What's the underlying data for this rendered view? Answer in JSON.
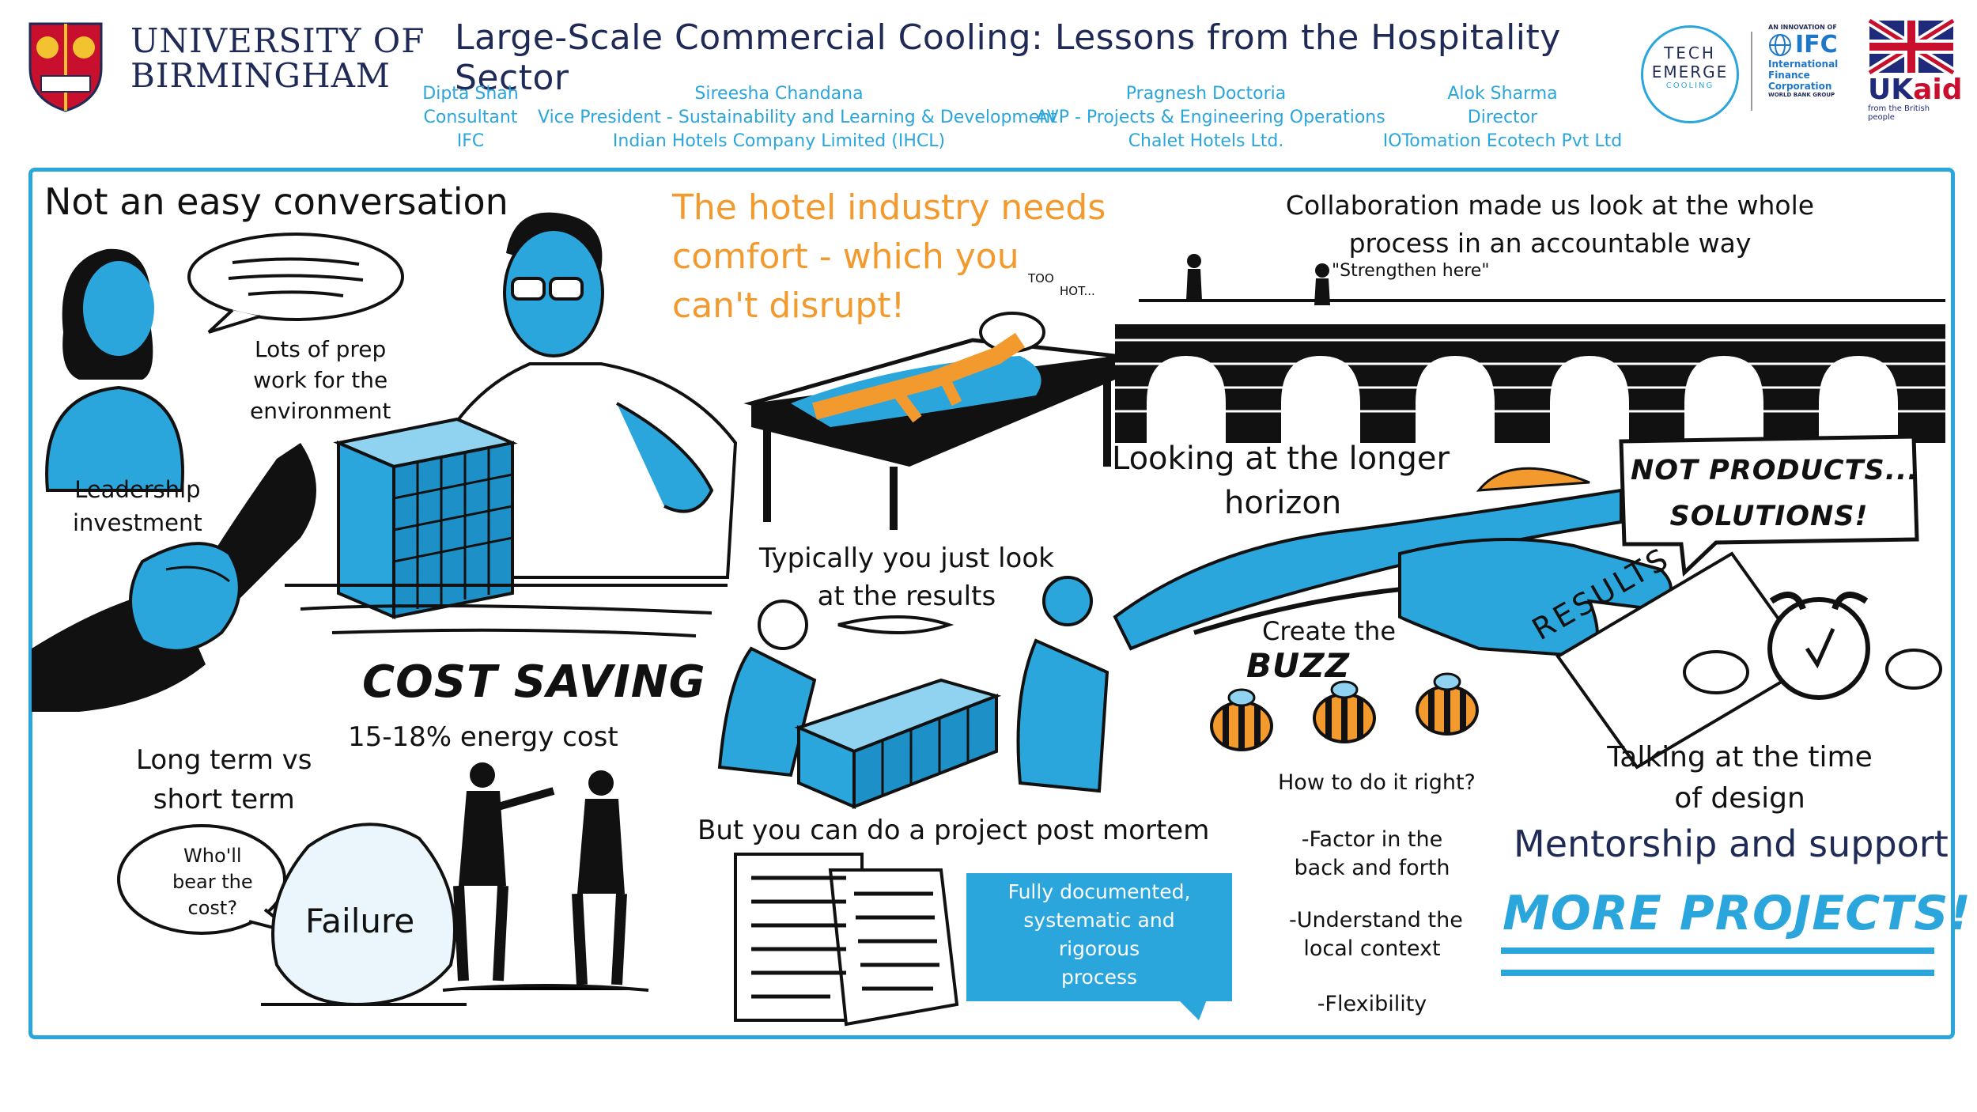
{
  "header": {
    "logo_university_line1": "UNIVERSITY OF",
    "logo_university_line2": "BIRMINGHAM",
    "title": "Large-Scale Commercial Cooling: Lessons from the Hospitality Sector",
    "speakers": [
      {
        "name": "Dipta Shah",
        "role": "Consultant",
        "org": "IFC"
      },
      {
        "name": "Sireesha Chandana",
        "role": "Vice President - Sustainability and Learning & Development",
        "org": "Indian Hotels Company Limited (IHCL)"
      },
      {
        "name": "Pragnesh Doctoria",
        "role": "AVP - Projects & Engineering Operations",
        "org": "Chalet Hotels Ltd."
      },
      {
        "name": "Alok Sharma",
        "role": "Director",
        "org": "IOTomation Ecotech Pvt Ltd"
      }
    ],
    "tech_emerge": {
      "line1": "TECH",
      "line2": "EMERGE",
      "line3": "COOLING"
    },
    "ifc": {
      "tagline": "AN INNOVATION OF",
      "name": "IFC",
      "full1": "International",
      "full2": "Finance",
      "full3": "Corporation",
      "group": "WORLD BANK GROUP"
    },
    "ukaid": {
      "name_uk": "UK",
      "name_aid": "aid",
      "tagline": "from the British people"
    }
  },
  "colors": {
    "accent_blue": "#2aa6dc",
    "navy": "#1f2a57",
    "orange": "#f29a2e",
    "ink": "#111111"
  },
  "left": {
    "heading": "Not an easy conversation",
    "prep_line1": "Lots of prep",
    "prep_line2": "work for the",
    "prep_line3": "environment",
    "leadership_line1": "Leadership",
    "leadership_line2": "investment",
    "cost_saving": "COST SAVING",
    "energy_cost": "15-18% energy cost",
    "long_term_line1": "Long term vs",
    "long_term_line2": "short term",
    "who_line1": "Who'll",
    "who_line2": "bear the",
    "who_line3": "cost?",
    "failure": "Failure"
  },
  "middle": {
    "hotel_line1": "The hotel industry needs",
    "hotel_line2": "comfort - which you",
    "hotel_line3": "can't disrupt!",
    "too_hot_line1": "TOO",
    "too_hot_line2": "HOT...",
    "results_line1": "Typically you just look",
    "results_line2": "at the results",
    "post_mortem": "But you can do a project post mortem",
    "documented_line1": "Fully documented,",
    "documented_line2": "systematic and",
    "documented_line3": "rigorous",
    "documented_line4": "process"
  },
  "right": {
    "collab_line1": "Collaboration made us look at the whole",
    "collab_line2": "process in an accountable way",
    "strengthen": "\"Strengthen here\"",
    "horizon_line1": "Looking at the longer",
    "horizon_line2": "horizon",
    "not_products_line1": "NOT PRODUCTS...",
    "not_products_line2": "SOLUTIONS!",
    "create_buzz_line1": "Create the",
    "create_buzz_line2": "BUZZ",
    "results_card": "RESULTS",
    "how_right": "How to do it right?",
    "factor_line1": "-Factor in the",
    "factor_line2": "back and forth",
    "understand_line1": "-Understand the",
    "understand_line2": "local context",
    "flexibility": "-Flexibility",
    "talking_line1": "Talking at the time",
    "talking_line2": "of design",
    "mentorship": "Mentorship and support",
    "more_projects": "MORE PROJECTS!"
  }
}
